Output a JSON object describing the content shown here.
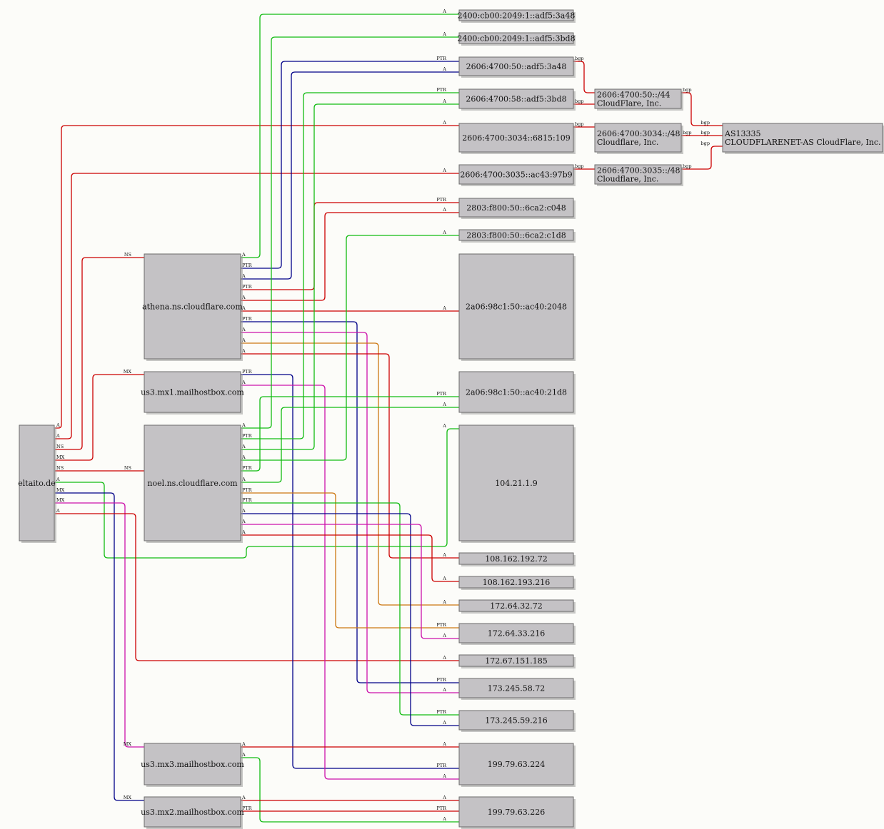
{
  "colors": {
    "red": "#cc0000",
    "green": "#11bb11",
    "blue": "#000088",
    "magenta": "#cc11aa",
    "orange": "#cc7711",
    "box_fill": "#c4c2c5",
    "background": "#fcfcf9"
  },
  "nodes": [
    {
      "id": "eltaito",
      "label": [
        "eltaito.de"
      ]
    },
    {
      "id": "athena",
      "label": [
        "athena.ns.cloudflare.com"
      ]
    },
    {
      "id": "mx1",
      "label": [
        "us3.mx1.mailhostbox.com"
      ]
    },
    {
      "id": "noel",
      "label": [
        "noel.ns.cloudflare.com"
      ]
    },
    {
      "id": "mx3",
      "label": [
        "us3.mx3.mailhostbox.com"
      ]
    },
    {
      "id": "mx2",
      "label": [
        "us3.mx2.mailhostbox.com"
      ]
    },
    {
      "id": "v6a",
      "label": [
        "2400:cb00:2049:1::adf5:3a48"
      ]
    },
    {
      "id": "v6b",
      "label": [
        "2400:cb00:2049:1::adf5:3bd8"
      ]
    },
    {
      "id": "v6c",
      "label": [
        "2606:4700:50::adf5:3a48"
      ]
    },
    {
      "id": "v6d",
      "label": [
        "2606:4700:58::adf5:3bd8"
      ]
    },
    {
      "id": "v6e",
      "label": [
        "2606:4700:3034::6815:109"
      ]
    },
    {
      "id": "v6f",
      "label": [
        "2606:4700:3035::ac43:97b9"
      ]
    },
    {
      "id": "v6g",
      "label": [
        "2803:f800:50::6ca2:c048"
      ]
    },
    {
      "id": "v6h",
      "label": [
        "2803:f800:50::6ca2:c1d8"
      ]
    },
    {
      "id": "v6i",
      "label": [
        "2a06:98c1:50::ac40:2048"
      ]
    },
    {
      "id": "v6j",
      "label": [
        "2a06:98c1:50::ac40:21d8"
      ]
    },
    {
      "id": "ip1",
      "label": [
        "104.21.1.9"
      ]
    },
    {
      "id": "ip2",
      "label": [
        "108.162.192.72"
      ]
    },
    {
      "id": "ip3",
      "label": [
        "108.162.193.216"
      ]
    },
    {
      "id": "ip4",
      "label": [
        "172.64.32.72"
      ]
    },
    {
      "id": "ip5",
      "label": [
        "172.64.33.216"
      ]
    },
    {
      "id": "ip6",
      "label": [
        "172.67.151.185"
      ]
    },
    {
      "id": "ip7",
      "label": [
        "173.245.58.72"
      ]
    },
    {
      "id": "ip8",
      "label": [
        "173.245.59.216"
      ]
    },
    {
      "id": "ip9",
      "label": [
        "199.79.63.224"
      ]
    },
    {
      "id": "ip10",
      "label": [
        "199.79.63.226"
      ]
    },
    {
      "id": "pfx1",
      "label": [
        "2606:4700:50::/44",
        "CloudFlare, Inc."
      ]
    },
    {
      "id": "pfx2",
      "label": [
        "2606:4700:3034::/48",
        "Cloudflare, Inc."
      ]
    },
    {
      "id": "pfx3",
      "label": [
        "2606:4700:3035::/48",
        "Cloudflare, Inc."
      ]
    },
    {
      "id": "as",
      "label": [
        "AS13335",
        "CLOUDFLARENET-AS CloudFlare, Inc."
      ]
    }
  ],
  "edges": [
    {
      "from": "eltaito",
      "to": "v6e",
      "color": "red",
      "tail": "A",
      "head": "A"
    },
    {
      "from": "eltaito",
      "to": "v6f",
      "color": "red",
      "tail": "A",
      "head": "A"
    },
    {
      "from": "eltaito",
      "to": "athena",
      "color": "red",
      "tail": "NS",
      "head": "NS"
    },
    {
      "from": "eltaito",
      "to": "mx1",
      "color": "red",
      "tail": "MX",
      "head": "MX"
    },
    {
      "from": "eltaito",
      "to": "noel",
      "color": "red",
      "tail": "NS",
      "head": "NS"
    },
    {
      "from": "eltaito",
      "to": "ip1",
      "color": "green",
      "tail": "A",
      "head": "A"
    },
    {
      "from": "eltaito",
      "to": "mx2",
      "color": "blue",
      "tail": "MX",
      "head": "MX"
    },
    {
      "from": "eltaito",
      "to": "mx3",
      "color": "magenta",
      "tail": "MX",
      "head": "MX"
    },
    {
      "from": "eltaito",
      "to": "ip6",
      "color": "red",
      "tail": "A",
      "head": "A"
    },
    {
      "from": "athena",
      "to": "v6a",
      "color": "green",
      "tail": "A",
      "head": "A"
    },
    {
      "from": "athena",
      "to": "v6c",
      "color": "blue",
      "tail": "PTR",
      "head": "PTR"
    },
    {
      "from": "athena",
      "to": "v6c",
      "color": "blue",
      "tail": "A",
      "head": "A"
    },
    {
      "from": "athena",
      "to": "v6g",
      "color": "red",
      "tail": "PTR",
      "head": "PTR"
    },
    {
      "from": "athena",
      "to": "v6g",
      "color": "red",
      "tail": "A",
      "head": "A"
    },
    {
      "from": "athena",
      "to": "v6i",
      "color": "red",
      "tail": "A",
      "head": "A"
    },
    {
      "from": "athena",
      "to": "ip7",
      "color": "blue",
      "tail": "PTR",
      "head": "PTR"
    },
    {
      "from": "athena",
      "to": "ip7",
      "color": "magenta",
      "tail": "A",
      "head": "A"
    },
    {
      "from": "athena",
      "to": "ip4",
      "color": "orange",
      "tail": "A",
      "head": "A"
    },
    {
      "from": "athena",
      "to": "ip2",
      "color": "red",
      "tail": "A",
      "head": "A"
    },
    {
      "from": "mx1",
      "to": "ip9",
      "color": "blue",
      "tail": "PTR",
      "head": "PTR"
    },
    {
      "from": "mx1",
      "to": "ip9",
      "color": "magenta",
      "tail": "A",
      "head": "A"
    },
    {
      "from": "noel",
      "to": "v6b",
      "color": "green",
      "tail": "A",
      "head": "A"
    },
    {
      "from": "noel",
      "to": "v6d",
      "color": "green",
      "tail": "PTR",
      "head": "PTR"
    },
    {
      "from": "noel",
      "to": "v6d",
      "color": "green",
      "tail": "A",
      "head": "A"
    },
    {
      "from": "noel",
      "to": "v6h",
      "color": "green",
      "tail": "A",
      "head": "A"
    },
    {
      "from": "noel",
      "to": "v6j",
      "color": "green",
      "tail": "PTR",
      "head": "PTR"
    },
    {
      "from": "noel",
      "to": "v6j",
      "color": "green",
      "tail": "A",
      "head": "A"
    },
    {
      "from": "noel",
      "to": "ip5",
      "color": "orange",
      "tail": "PTR",
      "head": "PTR"
    },
    {
      "from": "noel",
      "to": "ip8",
      "color": "green",
      "tail": "PTR",
      "head": "PTR"
    },
    {
      "from": "noel",
      "to": "ip8",
      "color": "blue",
      "tail": "A",
      "head": "A"
    },
    {
      "from": "noel",
      "to": "ip5",
      "color": "magenta",
      "tail": "A",
      "head": "A"
    },
    {
      "from": "noel",
      "to": "ip3",
      "color": "red",
      "tail": "A",
      "head": "A"
    },
    {
      "from": "mx3",
      "to": "ip9",
      "color": "red",
      "tail": "A",
      "head": "A"
    },
    {
      "from": "mx3",
      "to": "ip10",
      "color": "green",
      "tail": "A",
      "head": "A"
    },
    {
      "from": "mx2",
      "to": "ip10",
      "color": "red",
      "tail": "A",
      "head": "A"
    },
    {
      "from": "mx2",
      "to": "ip10",
      "color": "red",
      "tail": "PTR",
      "head": "PTR"
    },
    {
      "from": "v6c",
      "to": "pfx1",
      "color": "red",
      "tail": "bgp",
      "head": ""
    },
    {
      "from": "v6d",
      "to": "pfx1",
      "color": "red",
      "tail": "bgp",
      "head": ""
    },
    {
      "from": "v6e",
      "to": "pfx2",
      "color": "red",
      "tail": "bgp",
      "head": ""
    },
    {
      "from": "v6f",
      "to": "pfx3",
      "color": "red",
      "tail": "bgp",
      "head": ""
    },
    {
      "from": "pfx1",
      "to": "as",
      "color": "red",
      "tail": "bgp",
      "head": "bgp"
    },
    {
      "from": "pfx2",
      "to": "as",
      "color": "red",
      "tail": "bgp",
      "head": "bgp"
    },
    {
      "from": "pfx3",
      "to": "as",
      "color": "red",
      "tail": "bgp",
      "head": "bgp"
    }
  ]
}
